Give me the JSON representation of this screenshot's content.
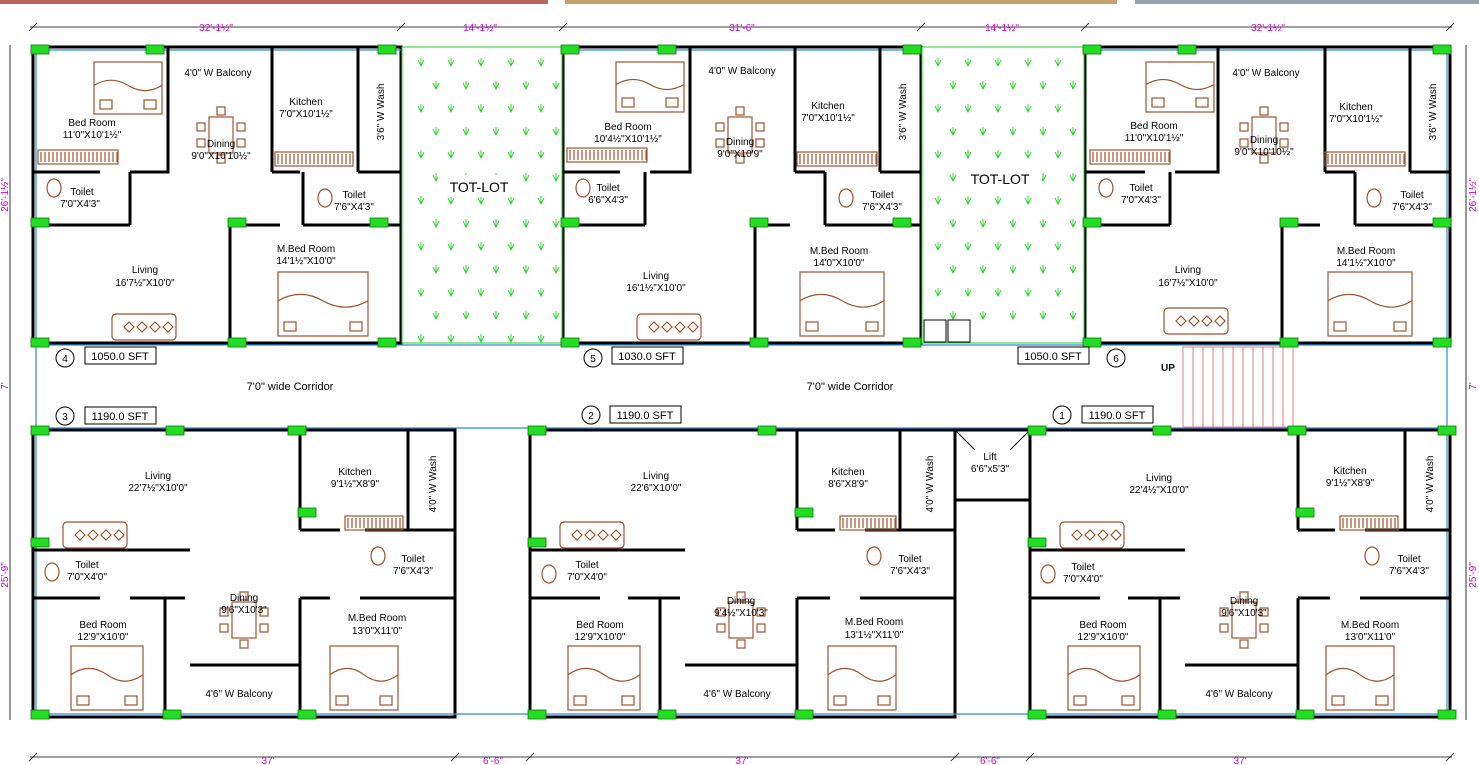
{
  "colors": {
    "dimension": "#d400d4",
    "wall": "#000000",
    "furniture": "#a0522d",
    "column": "#22dd22",
    "tot_lot_grass": "#1fd41f",
    "window": "#2a8bd6",
    "stair": "#e08080"
  },
  "top_dimensions": [
    "32'-1½\"",
    "14'-1½\"",
    "31'-6\"",
    "14'-1½\"",
    "32'-1½\""
  ],
  "bottom_dimensions": [
    "37'",
    "6'-6\"",
    "37'",
    "6'-6\"",
    "37'"
  ],
  "left_dimensions": [
    "26'-1½\"",
    "7'",
    "25'-9\""
  ],
  "right_dimensions": [
    "26'-1½\"",
    "7'",
    "25'-9\""
  ],
  "tot_lots": [
    "TOT-LOT",
    "TOT-LOT"
  ],
  "corridors": [
    "7'0\" wide Corridor",
    "7'0\" wide Corridor"
  ],
  "stair_label": "UP",
  "lift": {
    "name": "Lift",
    "size": "6'6\"x5'3\""
  },
  "flats": [
    {
      "number": "4",
      "area": "1050.0 SFT"
    },
    {
      "number": "5",
      "area": "1030.0 SFT"
    },
    {
      "number": "6",
      "area": "1050.0 SFT"
    },
    {
      "number": "3",
      "area": "1190.0 SFT"
    },
    {
      "number": "2",
      "area": "1190.0 SFT"
    },
    {
      "number": "1",
      "area": "1190.0 SFT"
    }
  ],
  "top_units": [
    {
      "balcony": "4'0\"  W Balcony",
      "kitchen": "Kitchen",
      "kitchen_size": "7'0\"X10'1½\"",
      "wash": "3'6\"  W Wash",
      "bedroom": "Bed Room",
      "bedroom_size": "11'0\"X10'1½\"",
      "dining": "Dining",
      "dining_size": "9'0\"X10'10½\"",
      "toilet1": "Toilet",
      "toilet1_size": "7'0\"X4'3\"",
      "toilet2": "Toilet",
      "toilet2_size": "7'6\"X4'3\"",
      "living": "Living",
      "living_size": "16'7½\"X10'0\"",
      "mbed": "M.Bed Room",
      "mbed_size": "14'1½\"X10'0\""
    },
    {
      "balcony": "4'0\"  W Balcony",
      "kitchen": "Kitchen",
      "kitchen_size": "7'0\"X10'1½\"",
      "wash": "3'6\"  W Wash",
      "bedroom": "Bed Room",
      "bedroom_size": "10'4½\"X10'1½\"",
      "dining": "Dining",
      "dining_size": "9'0\"X10'9\"",
      "toilet1": "Toilet",
      "toilet1_size": "6'6\"X4'3\"",
      "toilet2": "Toilet",
      "toilet2_size": "7'6\"X4'3\"",
      "living": "Living",
      "living_size": "16'1½\"X10'0\"",
      "mbed": "M.Bed Room",
      "mbed_size": "14'0\"X10'0\""
    },
    {
      "balcony": "4'0\"  W Balcony",
      "kitchen": "Kitchen",
      "kitchen_size": "7'0\"X10'1½\"",
      "wash": "3'6\"  W Wash",
      "bedroom": "Bed Room",
      "bedroom_size": "11'0\"X10'1½\"",
      "dining": "Dining",
      "dining_size": "9'0\"X10'10½\"",
      "toilet1": "Toilet",
      "toilet1_size": "7'0\"X4'3\"",
      "toilet2": "Toilet",
      "toilet2_size": "7'6\"X4'3\"",
      "living": "Living",
      "living_size": "16'7½\"X10'0\"",
      "mbed": "M.Bed Room",
      "mbed_size": "14'1½\"X10'0\""
    }
  ],
  "bottom_units": [
    {
      "living": "Living",
      "living_size": "22'7½\"X10'0\"",
      "kitchen": "Kitchen",
      "kitchen_size": "9'1½\"X8'9\"",
      "wash": "4'0\"  W Wash",
      "toilet1": "Toilet",
      "toilet1_size": "7'0\"X4'0\"",
      "toilet2": "Toilet",
      "toilet2_size": "7'6\"X4'3\"",
      "dining": "Dining",
      "dining_size": "9'6\"X10'3\"",
      "bedroom": "Bed Room",
      "bedroom_size": "12'9\"X10'0\"",
      "mbed": "M.Bed Room",
      "mbed_size": "13'0\"X11'0\"",
      "balcony": "4'6\"  W Balcony"
    },
    {
      "living": "Living",
      "living_size": "22'6\"X10'0\"",
      "kitchen": "Kitchen",
      "kitchen_size": "8'6\"X8'9\"",
      "wash": "4'0\"  W Wash",
      "toilet1": "Toilet",
      "toilet1_size": "7'0\"X4'0\"",
      "toilet2": "Toilet",
      "toilet2_size": "7'6\"X4'3\"",
      "dining": "Dining",
      "dining_size": "9'4½\"X10'3\"",
      "bedroom": "Bed Room",
      "bedroom_size": "12'9\"X10'0\"",
      "mbed": "M.Bed Room",
      "mbed_size": "13'1½\"X11'0\"",
      "balcony": "4'6\"  W Balcony"
    },
    {
      "living": "Living",
      "living_size": "22'4½\"X10'0\"",
      "kitchen": "Kitchen",
      "kitchen_size": "9'1½\"X8'9\"",
      "wash": "4'0\"  W Wash",
      "toilet1": "Toilet",
      "toilet1_size": "7'0\"X4'0\"",
      "toilet2": "Toilet",
      "toilet2_size": "7'6\"X4'3\"",
      "dining": "Dining",
      "dining_size": "9'6\"X10'3\"",
      "bedroom": "Bed Room",
      "bedroom_size": "12'9\"X10'0\"",
      "mbed": "M.Bed Room",
      "mbed_size": "13'0\"X11'0\"",
      "balcony": "4'6\"  W Balcony"
    }
  ]
}
